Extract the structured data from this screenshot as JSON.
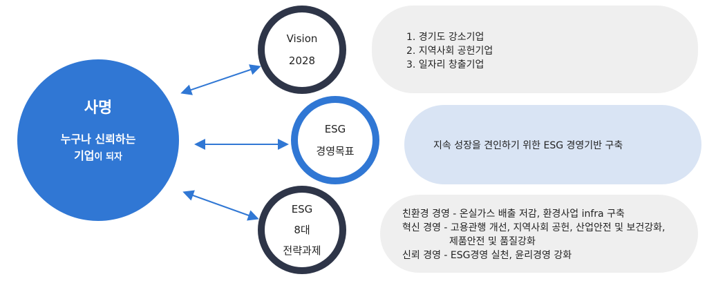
{
  "mission": {
    "title": "사명",
    "line1": "누구나 신뢰하는",
    "line2a": "기업",
    "line2b": "이 되자"
  },
  "nodes": [
    {
      "lines": [
        "Vision",
        "2028"
      ]
    },
    {
      "lines": [
        "ESG",
        "경영목표"
      ]
    },
    {
      "lines": [
        "ESG",
        "8대",
        "전략과제"
      ]
    }
  ],
  "vision_items": [
    "1. 경기도 강소기업",
    "2. 지역사회 공헌기업",
    "3. 일자리 창출기업"
  ],
  "goal_text": "지속 성장을 견인하기 위한 ESG 경영기반 구축",
  "strategy_items": [
    "친환경 경영 - 온실가스 배출 저감, 환경사업 infra 구축",
    "혁신 경영 - 고용관행 개선, 지역사회 공헌, 산업안전 및 보건강화,",
    "제품안전 및 품질강화",
    "신뢰 경영 - ESG경영 실천, 윤리경영 강화"
  ],
  "colors": {
    "blue": "#3077d4",
    "dark": "#2e3548",
    "gray": "#efefef",
    "lightblue": "#d9e4f4"
  }
}
